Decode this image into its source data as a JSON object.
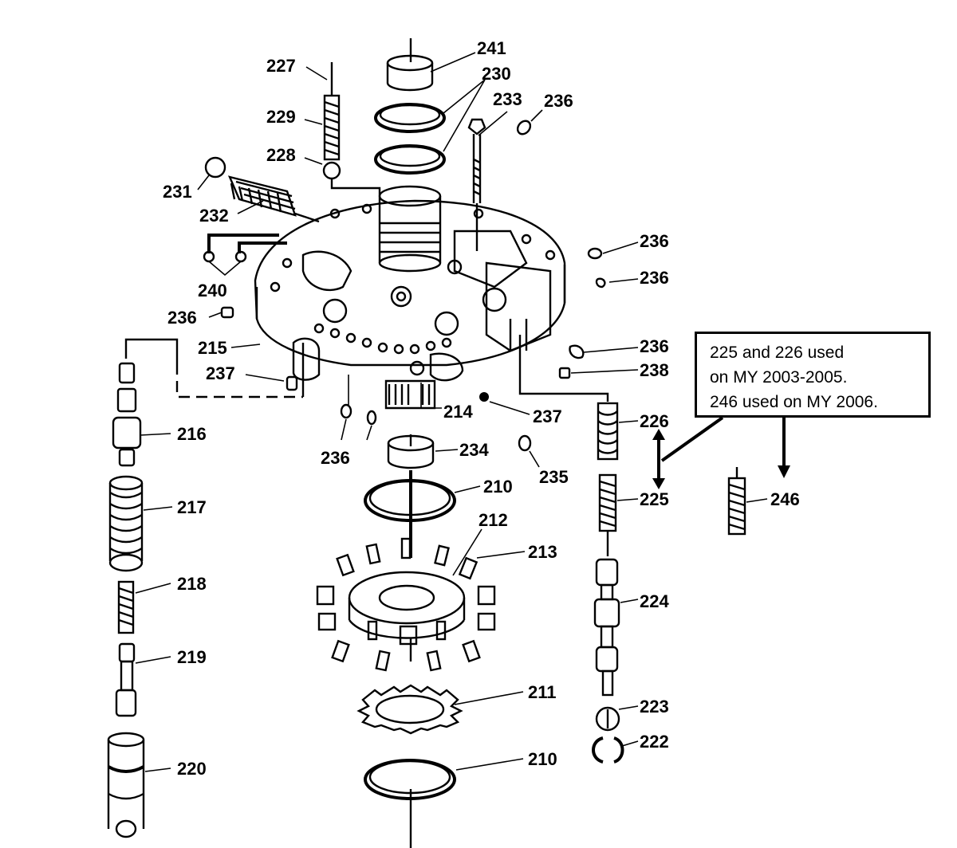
{
  "callouts": {
    "c241": "241",
    "c230": "230",
    "c233": "233",
    "c236_top": "236",
    "c227": "227",
    "c229": "229",
    "c228": "228",
    "c231": "231",
    "c232": "232",
    "c236_r1": "236",
    "c236_r2": "236",
    "c240": "240",
    "c236_left": "236",
    "c215": "215",
    "c236_r3": "236",
    "c238": "238",
    "c237_left": "237",
    "c214": "214",
    "c237_right": "237",
    "c226": "226",
    "c216": "216",
    "c234": "234",
    "c236_bottom": "236",
    "c235": "235",
    "c210_top": "210",
    "c225": "225",
    "c246": "246",
    "c217": "217",
    "c212": "212",
    "c213": "213",
    "c218": "218",
    "c224": "224",
    "c219": "219",
    "c211": "211",
    "c223": "223",
    "c222": "222",
    "c220": "220",
    "c210_bottom": "210"
  },
  "note": {
    "line1": "225 and 226 used",
    "line2": "on MY 2003-2005.",
    "line3": "246 used on MY 2006."
  }
}
